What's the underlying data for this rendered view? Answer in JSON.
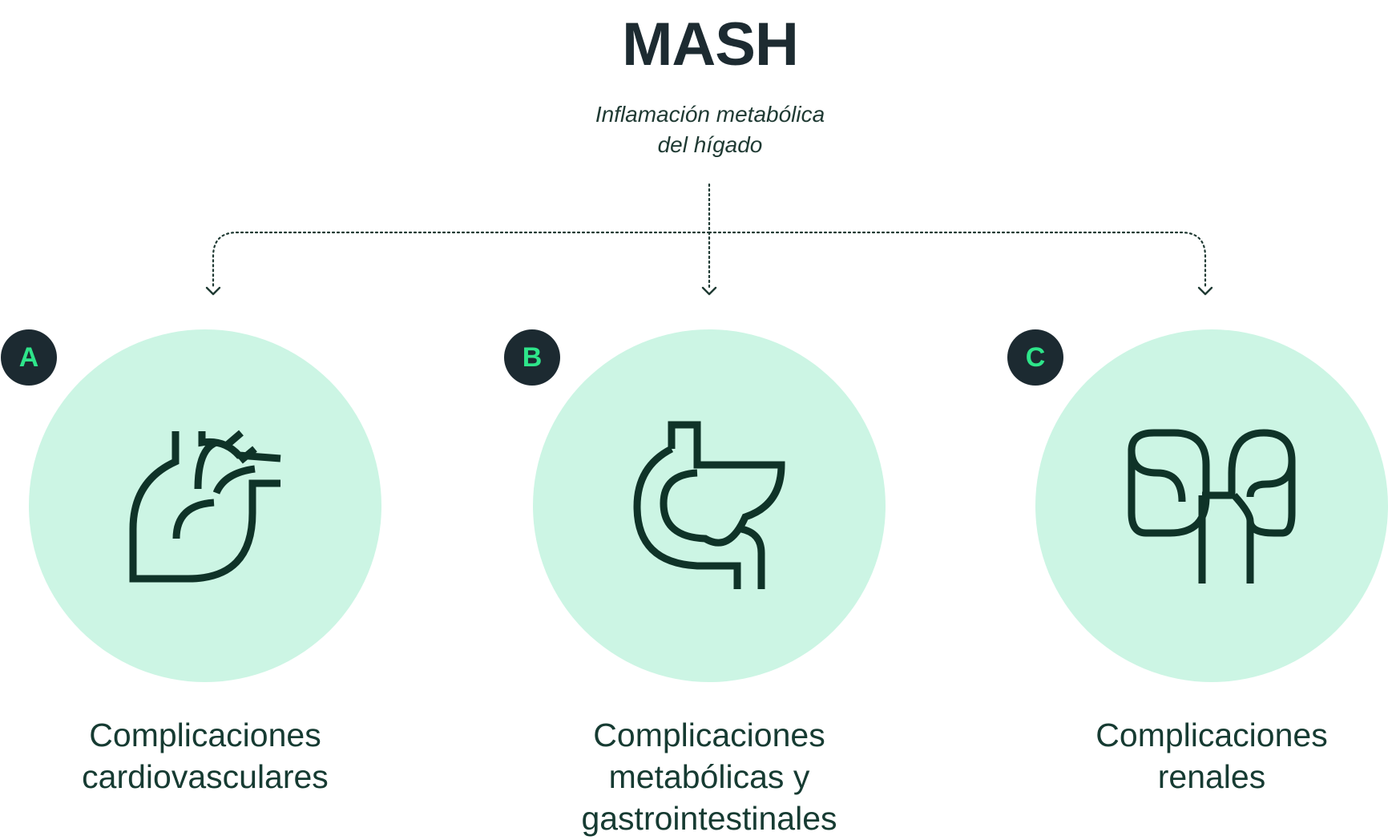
{
  "header": {
    "title": "MASH",
    "subtitle_line1": "Inflamación metabólica",
    "subtitle_line2": "del hígado"
  },
  "colors": {
    "circle_fill": "#ccf5e4",
    "badge_fill": "#1c2a31",
    "badge_text": "#2ee58a",
    "icon_stroke": "#0f3328",
    "text": "#163b32"
  },
  "categories": [
    {
      "letter": "A",
      "icon": "heart-icon",
      "label_lines": [
        "Complicaciones",
        "cardiovasculares"
      ]
    },
    {
      "letter": "B",
      "icon": "stomach-icon",
      "label_lines": [
        "Complicaciones",
        "metabólicas y",
        "gastrointestinales"
      ]
    },
    {
      "letter": "C",
      "icon": "kidneys-icon",
      "label_lines": [
        "Complicaciones",
        "renales"
      ]
    }
  ]
}
